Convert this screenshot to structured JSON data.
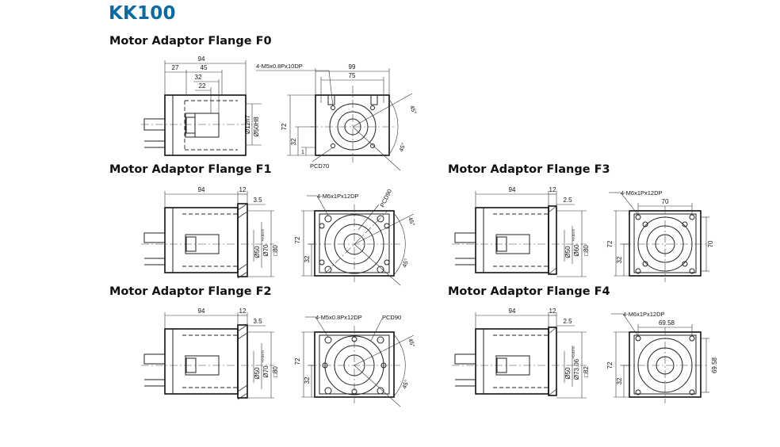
{
  "title": "KK100",
  "colors": {
    "title": "#0a6aa1",
    "line": "#222222"
  },
  "sections": {
    "f0": {
      "title": "Motor Adaptor Flange F0",
      "side": {
        "d1": "94",
        "d2": "27",
        "d3": "45",
        "d4": "32",
        "d5": "22",
        "v1": "Ø12h7",
        "v2": "Ø50H8"
      },
      "front": {
        "callout": "4-M5x0.8Px10DP",
        "w1": "99",
        "w2": "75",
        "h1": "72",
        "h2": "32",
        "h3": "1",
        "pcd": "PCD70",
        "ang1": "45°",
        "ang2": "45°"
      }
    },
    "f1": {
      "title": "Motor Adaptor Flange F1",
      "side": {
        "d1": "94",
        "d2": "12",
        "d3": "3.5",
        "v1": "Ø50",
        "v2": "Ø70",
        "v2tol": "+0.03 0",
        "v3": "□80"
      },
      "front": {
        "callout": "4-M6x1Px12DP",
        "pcd": "PCD90",
        "h1": "72",
        "h2": "32",
        "ang1": "45°",
        "ang2": "45°"
      }
    },
    "f2": {
      "title": "Motor Adaptor Flange F2",
      "side": {
        "d1": "94",
        "d2": "12",
        "d3": "3.5",
        "v1": "Ø50",
        "v2": "Ø70",
        "v2tol": "+0.03 0",
        "v3": "□80"
      },
      "front": {
        "callout": "4-M5x0.8Px12DP",
        "pcd": "PCD90",
        "h1": "72",
        "h2": "32",
        "ang1": "45°",
        "ang2": "45°"
      }
    },
    "f3": {
      "title": "Motor Adaptor Flange F3",
      "side": {
        "d1": "94",
        "d2": "12",
        "d3": "2.5",
        "v1": "Ø50",
        "v2": "Ø60",
        "v2tol": "+0.03 0",
        "v3": "□80"
      },
      "front": {
        "callout": "4-M6x1Px12DP",
        "w1": "70",
        "h1": "72",
        "h2": "32",
        "h3": "70"
      }
    },
    "f4": {
      "title": "Motor Adaptor Flange F4",
      "side": {
        "d1": "94",
        "d2": "12",
        "d3": "2.5",
        "v1": "Ø50",
        "v2": "Ø73.06",
        "v2tol": "+0.03 0",
        "v3": "□82"
      },
      "front": {
        "callout": "4-M6x1Px12DP",
        "w1": "69.58",
        "h1": "72",
        "h2": "32",
        "h3": "69.58"
      }
    }
  }
}
